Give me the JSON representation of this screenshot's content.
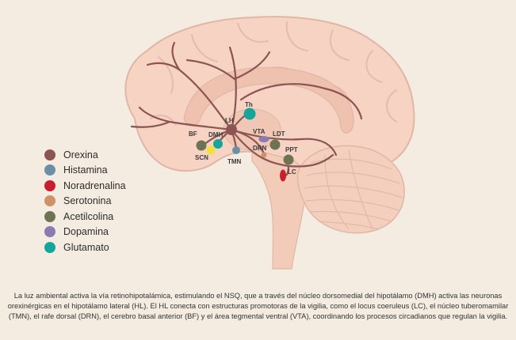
{
  "legend": [
    {
      "label": "Orexina",
      "color": "#8c5452"
    },
    {
      "label": "Histamina",
      "color": "#6c8fa8"
    },
    {
      "label": "Noradrenalina",
      "color": "#c81e2e"
    },
    {
      "label": "Serotonina",
      "color": "#cf916a"
    },
    {
      "label": "Acetilcolina",
      "color": "#6d7453"
    },
    {
      "label": "Dopamina",
      "color": "#8a7bb3"
    },
    {
      "label": "Glutamato",
      "color": "#16a59a"
    }
  ],
  "nodes": {
    "lh": "LH",
    "th": "Th",
    "bf": "BF",
    "dmh": "DMH",
    "scn": "SCN",
    "tmn": "TMN",
    "vta": "VTA",
    "drn": "DRN",
    "ldt": "LDT",
    "ppt": "PPT",
    "lc": "LC"
  },
  "colors": {
    "pathway": "#8c5452",
    "brain_fill": "#f6d3c3",
    "brain_outline": "#e0b6a4",
    "scn_yellow": "#f2e03c",
    "background": "#f4ece0"
  },
  "caption": "La luz ambiental activa la vía retinohipotalámica, estimulando el NSQ, que a través del núcleo dorsomedial del hipotálamo (DMH) activa las neuronas orexinérgicas en el hipotálamo lateral (HL). El HL conecta con estructuras promotoras de la vigilia, como el locus coeruleus (LC), el núcleo tuberomamilar (TMN), el rafe dorsal (DRN), el cerebro basal anterior (BF) y el área tegmental ventral (VTA), coordinando los procesos circadianos que regulan la vigilia."
}
